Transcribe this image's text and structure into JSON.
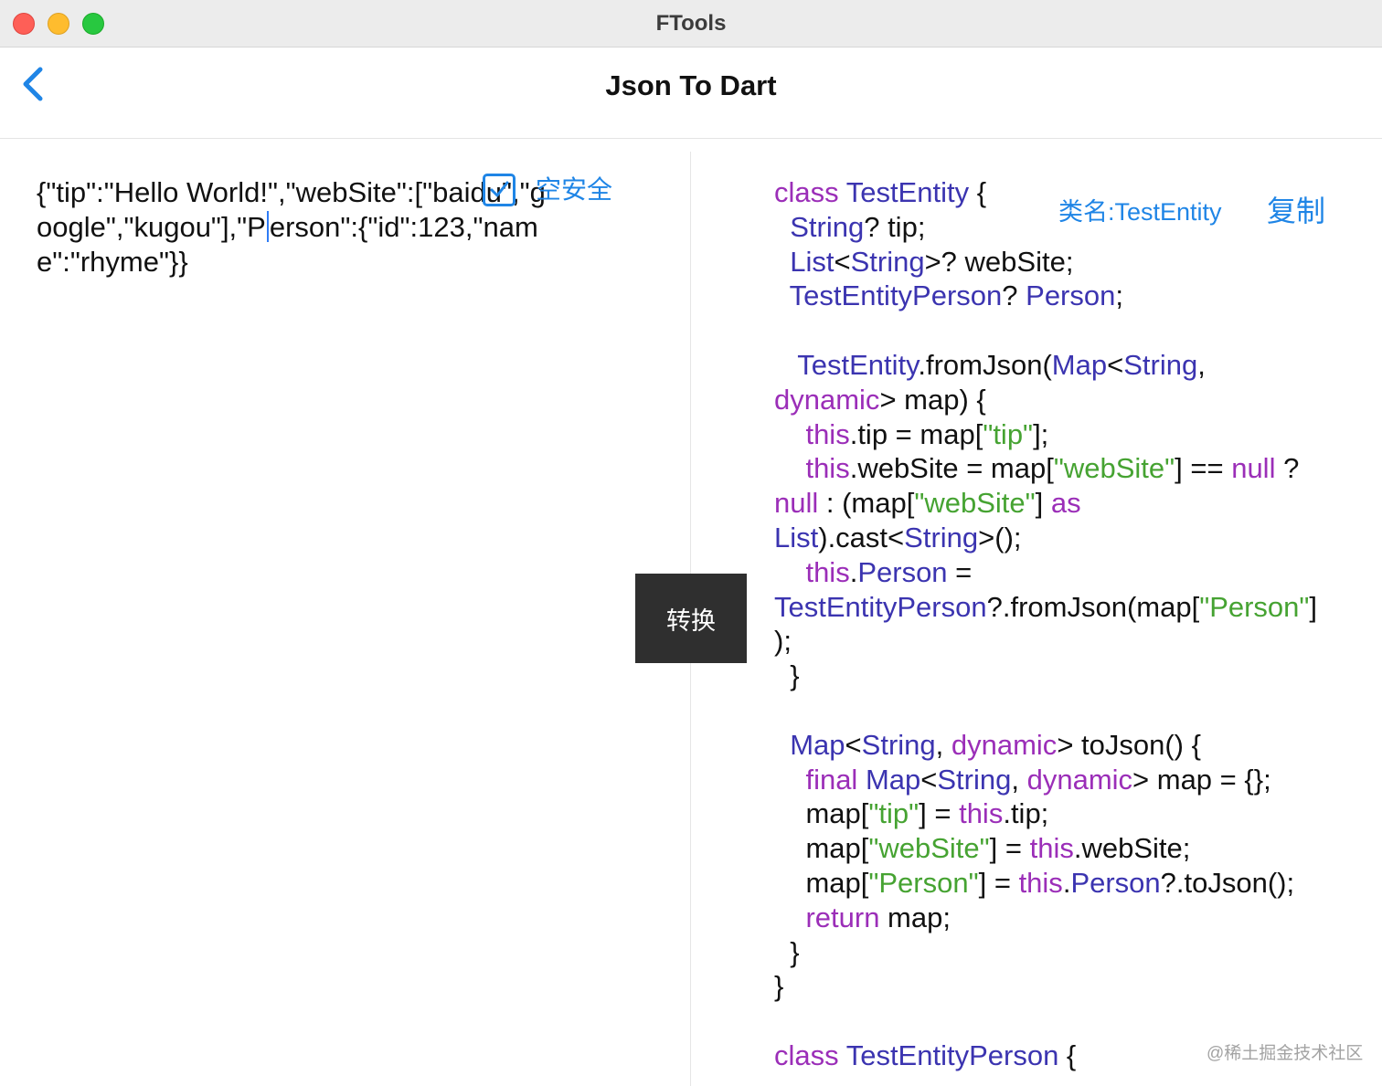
{
  "window": {
    "title": "FTools"
  },
  "navbar": {
    "back_icon": "chevron-left-icon",
    "title": "Json To Dart"
  },
  "input": {
    "before_cursor": "{\"tip\":\"Hello World!\",\"webSite\":[\"baidu\",\"google\",\"kugou\"],\"P",
    "after_cursor": "erson\":{\"id\":123,\"name\":\"rhyme\"}}"
  },
  "null_safety": {
    "label": "空安全",
    "checked": true
  },
  "convert_button": {
    "label": "转换"
  },
  "class_name": {
    "label": "类名:TestEntity"
  },
  "copy_button": {
    "label": "复制"
  },
  "colors": {
    "accent": "#1f85e6",
    "keyword": "#9b2eb8",
    "type": "#3b34b0",
    "string": "#46a332",
    "convert_button_bg": "#2f2f2f"
  },
  "code_lines": [
    [
      [
        "k",
        "class"
      ],
      [
        "p",
        " "
      ],
      [
        "t",
        "TestEntity"
      ],
      [
        "p",
        " {"
      ]
    ],
    [
      [
        "p",
        "  "
      ],
      [
        "t",
        "String"
      ],
      [
        "p",
        "? tip;"
      ]
    ],
    [
      [
        "p",
        "  "
      ],
      [
        "t",
        "List"
      ],
      [
        "p",
        "<"
      ],
      [
        "t",
        "String"
      ],
      [
        "p",
        ">? webSite;"
      ]
    ],
    [
      [
        "p",
        "  "
      ],
      [
        "t",
        "TestEntityPerson"
      ],
      [
        "p",
        "? "
      ],
      [
        "t",
        "Person"
      ],
      [
        "p",
        ";"
      ]
    ],
    [],
    [
      [
        "p",
        "   "
      ],
      [
        "t",
        "TestEntity"
      ],
      [
        "p",
        ".fromJson("
      ],
      [
        "t",
        "Map"
      ],
      [
        "p",
        "<"
      ],
      [
        "t",
        "String"
      ],
      [
        "p",
        ","
      ]
    ],
    [
      [
        "k",
        "dynamic"
      ],
      [
        "p",
        "> map) {"
      ]
    ],
    [
      [
        "p",
        "    "
      ],
      [
        "k",
        "this"
      ],
      [
        "p",
        ".tip = map["
      ],
      [
        "s",
        "\"tip\""
      ],
      [
        "p",
        "];"
      ]
    ],
    [
      [
        "p",
        "    "
      ],
      [
        "k",
        "this"
      ],
      [
        "p",
        ".webSite = map["
      ],
      [
        "s",
        "\"webSite\""
      ],
      [
        "p",
        "] == "
      ],
      [
        "k",
        "null"
      ],
      [
        "p",
        " ?"
      ]
    ],
    [
      [
        "k",
        "null"
      ],
      [
        "p",
        " : (map["
      ],
      [
        "s",
        "\"webSite\""
      ],
      [
        "p",
        "] "
      ],
      [
        "k",
        "as"
      ]
    ],
    [
      [
        "t",
        "List"
      ],
      [
        "p",
        ").cast<"
      ],
      [
        "t",
        "String"
      ],
      [
        "p",
        ">();"
      ]
    ],
    [
      [
        "p",
        "    "
      ],
      [
        "k",
        "this"
      ],
      [
        "p",
        "."
      ],
      [
        "t",
        "Person"
      ],
      [
        "p",
        " ="
      ]
    ],
    [
      [
        "t",
        "TestEntityPerson"
      ],
      [
        "p",
        "?.fromJson(map["
      ],
      [
        "s",
        "\"Person\""
      ],
      [
        "p",
        "]"
      ]
    ],
    [
      [
        "p",
        ");"
      ]
    ],
    [
      [
        "p",
        "  }"
      ]
    ],
    [],
    [
      [
        "p",
        "  "
      ],
      [
        "t",
        "Map"
      ],
      [
        "p",
        "<"
      ],
      [
        "t",
        "String"
      ],
      [
        "p",
        ", "
      ],
      [
        "k",
        "dynamic"
      ],
      [
        "p",
        "> toJson() {"
      ]
    ],
    [
      [
        "p",
        "    "
      ],
      [
        "k",
        "final"
      ],
      [
        "p",
        " "
      ],
      [
        "t",
        "Map"
      ],
      [
        "p",
        "<"
      ],
      [
        "t",
        "String"
      ],
      [
        "p",
        ", "
      ],
      [
        "k",
        "dynamic"
      ],
      [
        "p",
        "> map = {};"
      ]
    ],
    [
      [
        "p",
        "    map["
      ],
      [
        "s",
        "\"tip\""
      ],
      [
        "p",
        "] = "
      ],
      [
        "k",
        "this"
      ],
      [
        "p",
        ".tip;"
      ]
    ],
    [
      [
        "p",
        "    map["
      ],
      [
        "s",
        "\"webSite\""
      ],
      [
        "p",
        "] = "
      ],
      [
        "k",
        "this"
      ],
      [
        "p",
        ".webSite;"
      ]
    ],
    [
      [
        "p",
        "    map["
      ],
      [
        "s",
        "\"Person\""
      ],
      [
        "p",
        "] = "
      ],
      [
        "k",
        "this"
      ],
      [
        "p",
        "."
      ],
      [
        "t",
        "Person"
      ],
      [
        "p",
        "?.toJson();"
      ]
    ],
    [
      [
        "p",
        "    "
      ],
      [
        "k",
        "return"
      ],
      [
        "p",
        " map;"
      ]
    ],
    [
      [
        "p",
        "  }"
      ]
    ],
    [
      [
        "p",
        "}"
      ]
    ],
    [],
    [
      [
        "k",
        "class"
      ],
      [
        "p",
        " "
      ],
      [
        "t",
        "TestEntityPerson"
      ],
      [
        "p",
        " {"
      ]
    ]
  ],
  "watermark": "@稀土掘金技术社区"
}
